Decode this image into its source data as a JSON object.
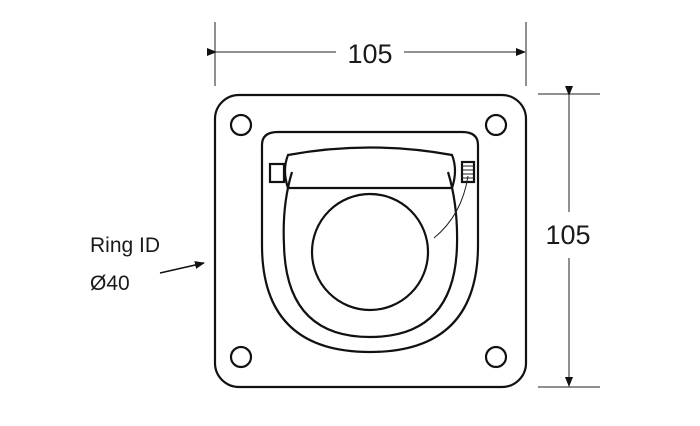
{
  "dimensions": {
    "width_label": "105",
    "height_label": "105"
  },
  "annotation": {
    "line1": "Ring ID",
    "line2": "Ø40"
  },
  "colors": {
    "line": "#111111",
    "background": "#ffffff"
  }
}
